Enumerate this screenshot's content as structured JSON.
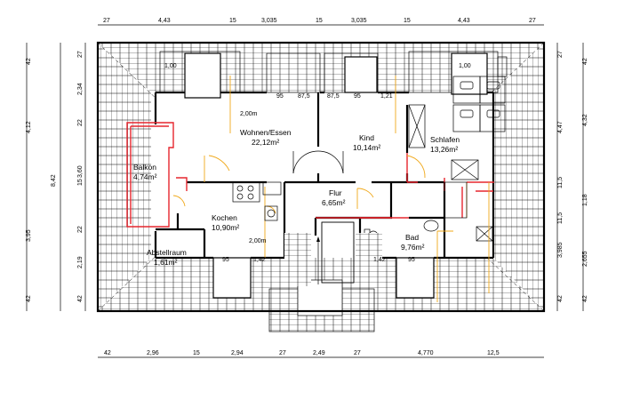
{
  "top_dimensions": [
    "27",
    "4,43",
    "15",
    "3,035",
    "15",
    "3,035",
    "15",
    "4,43",
    "27"
  ],
  "bottom_dimensions": [
    "42",
    "2,96",
    "15",
    "2,94",
    "27",
    "2,49",
    "27",
    "4,770",
    "12,5"
  ],
  "left_outer_dimensions": [
    "42",
    "4,12",
    "8,42",
    "3,95",
    "42"
  ],
  "left_inner_dimensions": [
    "27",
    "2,34",
    "22",
    "3,60",
    "15",
    "22",
    "2,19",
    "42"
  ],
  "right_inner_dimensions": [
    "27",
    "4,47",
    "11,5",
    "11,5",
    "3,985",
    "42"
  ],
  "right_outer_dimensions": [
    "42",
    "4,32",
    "1,18",
    "2,655",
    "42"
  ],
  "inner_dimensions": {
    "window_top_left": "1,00",
    "window_top_right": "1,00",
    "wall_95_a": "95",
    "wall_875_a": "87,5",
    "wall_875_b": "87,5",
    "wall_95_b": "95",
    "wall_121": "1,21",
    "wall_200_top": "2,00m",
    "wall_200_kitchen": "2,00m",
    "kitchen_95": "95",
    "kitchen_142": "1,42",
    "bath_142": "1,42",
    "bath_95": "95"
  },
  "rooms": {
    "wohnen": {
      "name": "Wohnen/Essen",
      "area": "22,12m²"
    },
    "kind": {
      "name": "Kind",
      "area": "10,14m²"
    },
    "schlafen": {
      "name": "Schlafen",
      "area": "13,26m²"
    },
    "balkon": {
      "name": "Balkon",
      "area": "4,74m²"
    },
    "flur": {
      "name": "Flur",
      "area": "6,65m²"
    },
    "kochen": {
      "name": "Kochen",
      "area": "10,90m²"
    },
    "bad": {
      "name": "Bad",
      "area": "9,76m²"
    },
    "abstellraum": {
      "name": "Abstellraum",
      "area": "1,61m²"
    }
  },
  "colors": {
    "wall": "#000000",
    "new_wall": "#e6262e",
    "door_swing": "#f0a81a"
  }
}
